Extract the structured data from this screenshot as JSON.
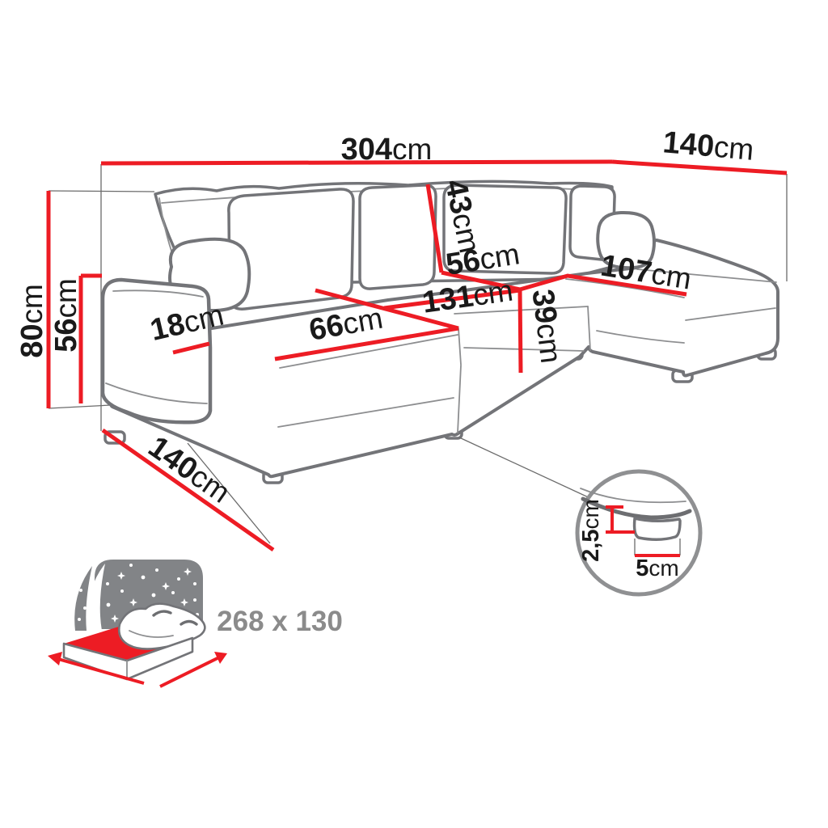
{
  "diagram": {
    "kind": "furniture dimension diagram",
    "subject": "U-shaped corner sofa bed with sleeping function",
    "colors": {
      "dimension_red": "#ed1c24",
      "outline_gray": "#737478",
      "icon_gray": "#828487",
      "label_dark": "#1a1a1a",
      "label_gray": "#8b8b8b",
      "background": "#ffffff"
    }
  },
  "dims": {
    "total_width": {
      "value": "304",
      "unit": "cm"
    },
    "depth_right": {
      "value": "140",
      "unit": "cm"
    },
    "total_height": {
      "value": "80",
      "unit": "cm"
    },
    "armrest_height": {
      "value": "56",
      "unit": "cm"
    },
    "armrest_width": {
      "value": "18",
      "unit": "cm"
    },
    "left_seat_width": {
      "value": "66",
      "unit": "cm"
    },
    "center_seat_width": {
      "value": "131",
      "unit": "cm"
    },
    "seat_depth": {
      "value": "56",
      "unit": "cm"
    },
    "back_cushion_height": {
      "value": "43",
      "unit": "cm"
    },
    "seat_height": {
      "value": "39",
      "unit": "cm"
    },
    "right_seat_length": {
      "value": "107",
      "unit": "cm"
    },
    "depth_left": {
      "value": "140",
      "unit": "cm"
    }
  },
  "leg_detail": {
    "leg_height": {
      "value": "2,5",
      "unit": "cm"
    },
    "leg_width": {
      "value": "5",
      "unit": "cm"
    }
  },
  "sleeping_area": {
    "size_label": "268 x 130"
  }
}
